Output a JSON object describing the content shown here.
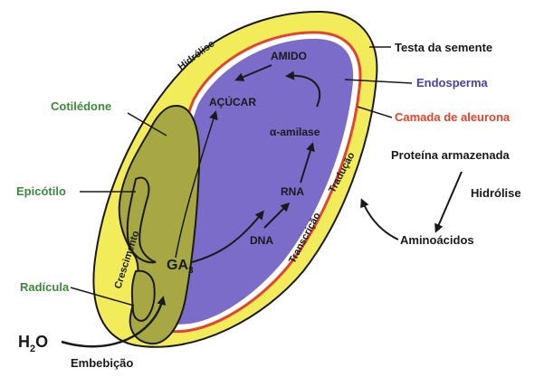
{
  "labels": {
    "testa": "Testa da semente",
    "endosperma": "Endosperma",
    "aleurona": "Camada de aleurona",
    "proteina": "Proteína armazenada",
    "hidrolise_right": "Hidrólise",
    "aminoacidos": "Aminoácidos",
    "cotiledone": "Cotilédone",
    "epicotilo": "Epicótilo",
    "radicula": "Radícula",
    "h2o_h": "H",
    "h2o_sub": "2",
    "h2o_o": "O",
    "embebicao": "Embebição",
    "hidrolise_top": "Hidrólise",
    "amido": "AMIDO",
    "acucar": "AÇÚCAR",
    "alfa_amilase": "α-amilase",
    "rna": "RNA",
    "dna": "DNA",
    "ga": "GA",
    "ga_sub": "3",
    "crescimento": "Crescimento",
    "transcricao": "Transcrição",
    "traducao": "Tradução"
  },
  "colors": {
    "seed_coat": "#f3ec5a",
    "endosperm": "#7b6cc9",
    "aleurone": "#e2452c",
    "embryo": "#a7a843",
    "green_text": "#3d8a3a",
    "blue_text": "#4a3fb0",
    "red_text": "#e2452c"
  }
}
